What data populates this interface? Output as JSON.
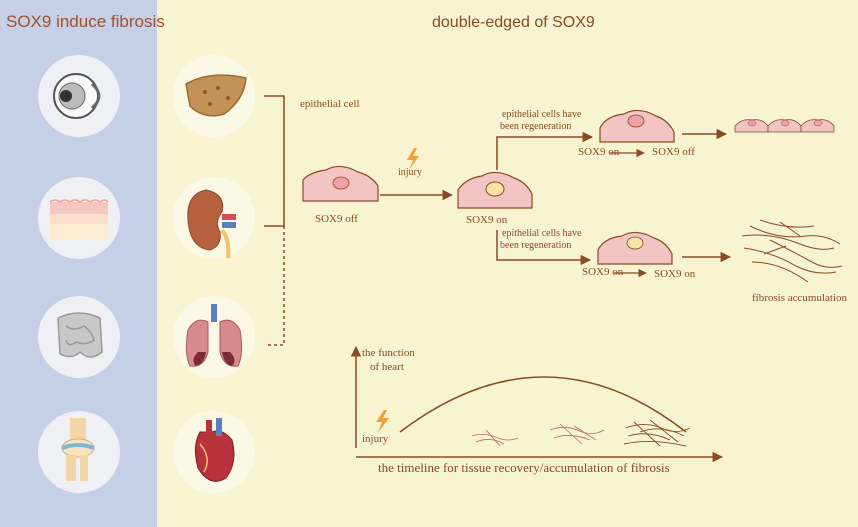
{
  "left_title": "SOX9 induce fibrosis",
  "right_title": "double-edged of SOX9",
  "labels": {
    "epithelial_cell": "epithelial cell",
    "sox9_off": "SOX9 off",
    "injury_top": "injury",
    "sox9_on": "SOX9 on",
    "branch_top_caption_1": "epithelial cells have",
    "branch_top_caption_2": "been regeneration",
    "branch_top_state_a": "SOX9 on",
    "branch_top_state_b": "SOX9 off",
    "branch_bottom_caption_1": "epithelial cells have",
    "branch_bottom_caption_2": "been regeneration",
    "branch_bottom_state_a": "SOX9 on",
    "branch_bottom_state_b": "SOX9 on",
    "fibrosis_accumulation": "fibrosis accumulation",
    "function_of_heart_1": "the function",
    "function_of_heart_2": "of heart",
    "injury_bottom": "injury",
    "timeline": "the timeline for tissue recovery/accumulation of fibrosis"
  },
  "icons": {
    "left_column": [
      "eye-icon",
      "skin-icon",
      "intestine-icon",
      "knee-joint-icon"
    ],
    "organ_column": [
      "liver-icon",
      "kidney-icon",
      "lung-icon",
      "heart-icon"
    ]
  },
  "colors": {
    "left_panel": "#c5cfe6",
    "right_panel": "#f8f4d2",
    "arrow": "#8a4a24",
    "cell_fill": "#f3c4c4",
    "nucleus_off": "#f0a0a8",
    "nucleus_on": "#f5e6a6",
    "lightning": "#f2a13a"
  }
}
